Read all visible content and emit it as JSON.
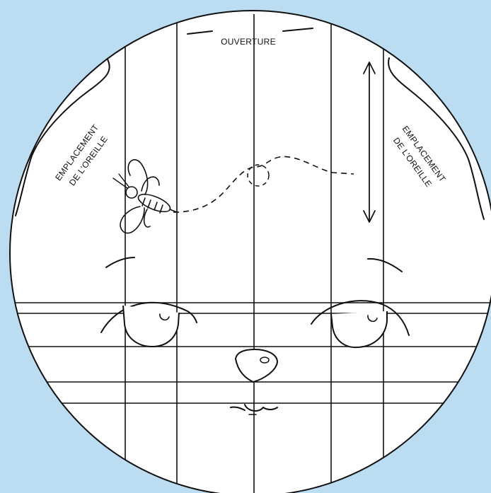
{
  "colors": {
    "background": "#bcdcf2",
    "paper": "#ffffff",
    "ink": "#111111"
  },
  "labels": {
    "opening": "OUVERTURE",
    "ear_left_line1": "EMPLACEMENT",
    "ear_left_line2": "DE L’OREILLE",
    "ear_right_line1": "EMPLACEMENT",
    "ear_right_line2": "DE L’OREILLE"
  },
  "icons": {
    "bee": "bee-icon",
    "double_arrow": "double-arrow-icon"
  }
}
